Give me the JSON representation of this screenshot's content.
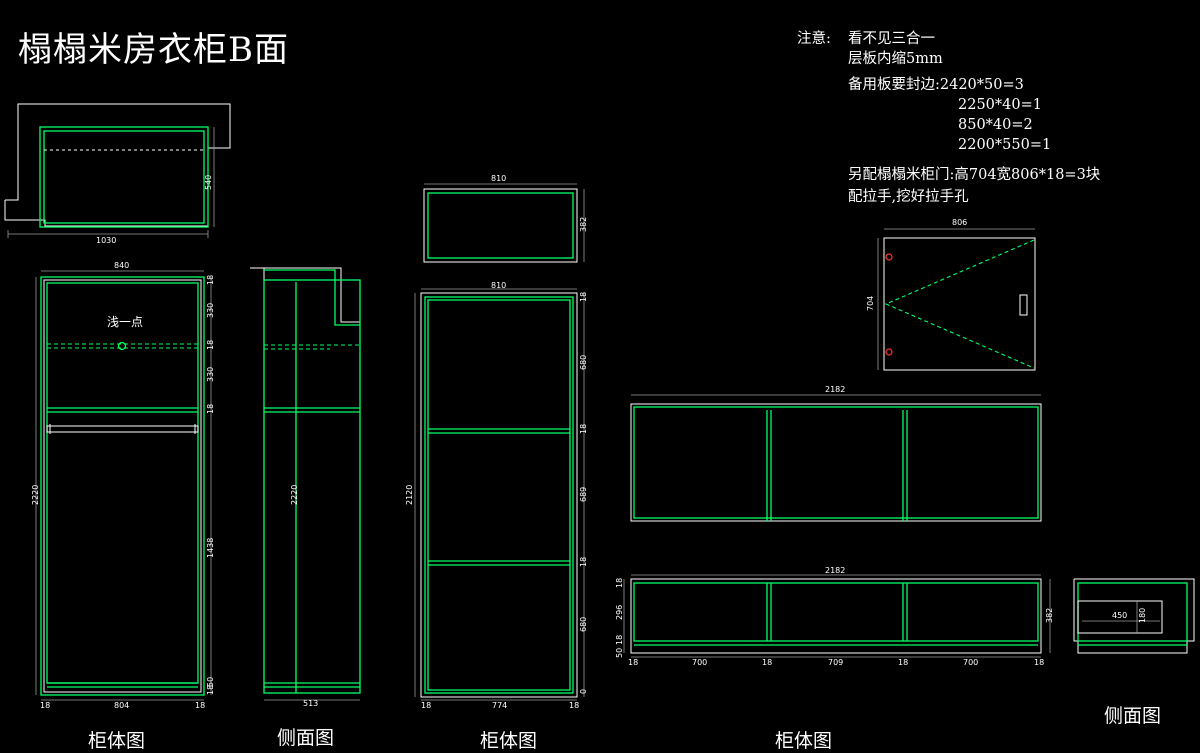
{
  "title": "榻榻米房衣柜B面",
  "notes": {
    "label": "注意:",
    "line1": "看不见三合一",
    "line2": "层板内缩5mm",
    "line3": "备用板要封边:2420*50=3",
    "line4": "2250*40=1",
    "line5": "850*40=2",
    "line6": "2200*550=1",
    "line7": "另配榻榻米柜门:高704宽806*18=3块",
    "line8": "配拉手,挖好拉手孔"
  },
  "captions": {
    "c1": "柜体图",
    "c2": "侧面图",
    "c3": "柜体图",
    "c4": "柜体图",
    "c5": "侧面图"
  },
  "annotation": "浅一点",
  "dims": {
    "top_width": "1030",
    "top_depth": "540",
    "wardrobe_width": "840",
    "wardrobe_inner": "804",
    "wardrobe_height": "2220",
    "w_18a": "18",
    "w_330a": "330",
    "w_18b": "18",
    "w_330b": "330",
    "w_18c": "18",
    "w_1438": "1438",
    "w_50": "50",
    "w_18d": "18",
    "w_l18": "18",
    "w_r18": "18",
    "side_height": "2220",
    "side_depth": "513",
    "topbox_width": "810",
    "topbox_height": "382",
    "tall_width": "810",
    "tall_height": "2120",
    "tall_inner": "774",
    "t_18a": "18",
    "t_680a": "680",
    "t_18b": "18",
    "t_689": "689",
    "t_18c": "18",
    "t_680b": "680",
    "t_0": "0",
    "t_l18": "18",
    "t_r18": "18",
    "door_width": "806",
    "door_height": "704",
    "long_width": "2182",
    "base_width": "2182",
    "base_height": "382",
    "b_18a": "18",
    "b_296": "296",
    "b_18b": "18",
    "b_50": "50",
    "b_18_1": "18",
    "b_700a": "700",
    "b_18_2": "18",
    "b_709": "709",
    "b_18_3": "18",
    "b_700b": "700",
    "b_18_4": "18",
    "side_450": "450",
    "side_180": "180"
  },
  "colors": {
    "background": "#000000",
    "panel": "#00ff66",
    "outline": "#ffffff",
    "dim": "#9a9a9a",
    "marker": "#ff3333"
  }
}
